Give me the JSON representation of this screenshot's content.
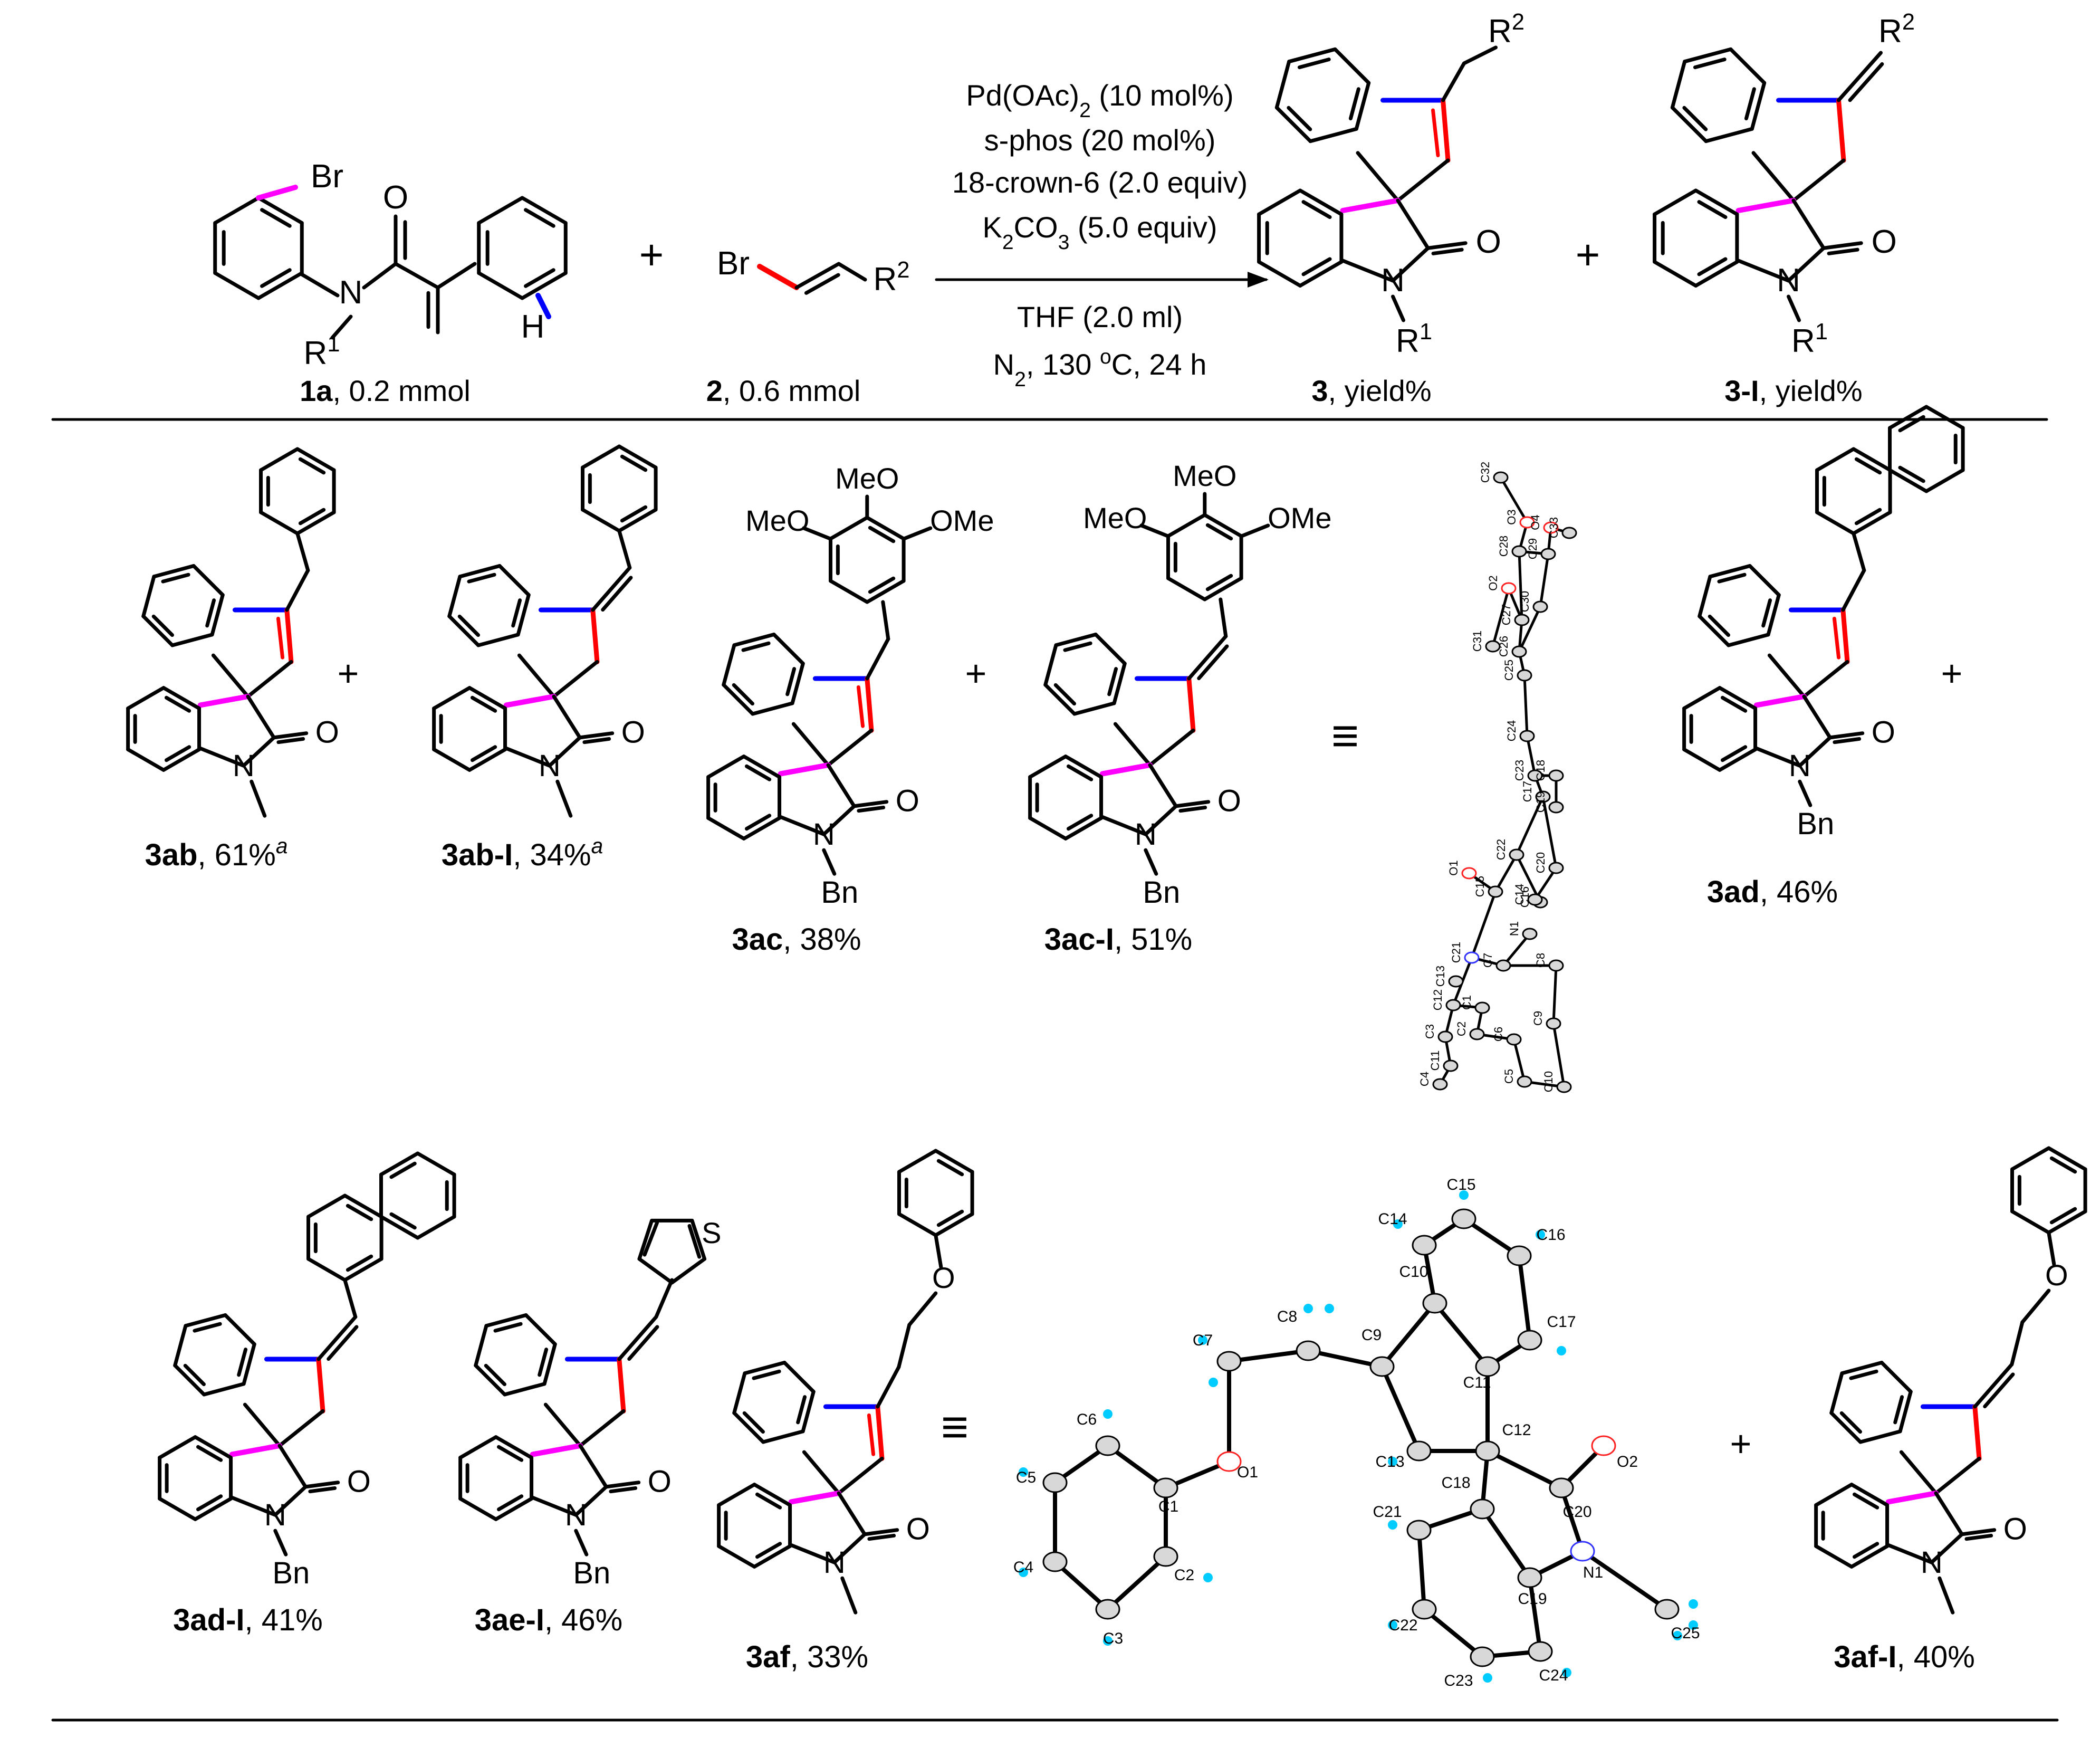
{
  "colors": {
    "bond": "#000000",
    "magenta": "#ff00ff",
    "red": "#ff0000",
    "blue": "#0000ff",
    "hydrogen": "#00ccff",
    "nitrogen": "#3333ff",
    "oxygen": "#ff2222"
  },
  "conditions": {
    "line1_a": "Pd(OAc)",
    "line1_sub": "2",
    "line1_b": " (10 mol%)",
    "line2": "s-phos (20 mol%)",
    "line3": "18-crown-6 (2.0 equiv)",
    "line4_a": "K",
    "line4_sub1": "2",
    "line4_b": "CO",
    "line4_sub2": "3",
    "line4_c": " (5.0 equiv)",
    "line5": "THF (2.0 ml)",
    "line6_a": "N",
    "line6_sub": "2",
    "line6_b": ", 130 ",
    "line6_sup": "o",
    "line6_c": "C, 24 h"
  },
  "scheme": {
    "reactant1": {
      "id": "1a",
      "text": ", 0.2 mmol"
    },
    "reactant2": {
      "id": "2",
      "text": ", 0.6 mmol"
    },
    "product1": {
      "id": "3",
      "text": ", yield%"
    },
    "product2": {
      "id": "3-I",
      "text": ", yield%"
    },
    "plus": "+"
  },
  "atoms": {
    "Br": "Br",
    "O": "O",
    "N": "N",
    "H": "H",
    "R": "R",
    "sup1": "1",
    "sup2": "2",
    "Bn": "Bn",
    "S": "S",
    "MeO": "MeO",
    "OMe": "OMe"
  },
  "compounds": [
    {
      "id": "3ab",
      "yield": ", 61%",
      "note": "a"
    },
    {
      "id": "3ab-I",
      "yield": ", 34%",
      "note": "a"
    },
    {
      "id": "3ac",
      "yield": ", 38%",
      "note": ""
    },
    {
      "id": "3ac-I",
      "yield": ", 51%",
      "note": ""
    },
    {
      "id": "3ad",
      "yield": ", 46%",
      "note": ""
    },
    {
      "id": "3ad-I",
      "yield": ", 41%",
      "note": ""
    },
    {
      "id": "3ae-I",
      "yield": ", 46%",
      "note": ""
    },
    {
      "id": "3af",
      "yield": ",  33%",
      "note": ""
    },
    {
      "id": "3af-I",
      "yield": ",  40%",
      "note": ""
    }
  ],
  "equiv_symbol": "≡",
  "crystal1_labels": [
    "C32",
    "O3",
    "O4",
    "C33",
    "C28",
    "C29",
    "O2",
    "C27",
    "C30",
    "C31",
    "C26",
    "C25",
    "C24",
    "C23",
    "C18",
    "C17",
    "C19",
    "C22",
    "O1",
    "C15",
    "C16",
    "C20",
    "C14",
    "C21",
    "N1",
    "C13",
    "C7",
    "C8",
    "C12",
    "C1",
    "C2",
    "C3",
    "C6",
    "C9",
    "C11",
    "C4",
    "C5",
    "C10"
  ],
  "crystal2_labels": [
    "C15",
    "C14",
    "C16",
    "C10",
    "C17",
    "C8",
    "C9",
    "C11",
    "C7",
    "C6",
    "O1",
    "C1",
    "C5",
    "C13",
    "C12",
    "O2",
    "C18",
    "C20",
    "C21",
    "C2",
    "N1",
    "C19",
    "C4",
    "C22",
    "C3",
    "C25",
    "C23",
    "C24"
  ]
}
